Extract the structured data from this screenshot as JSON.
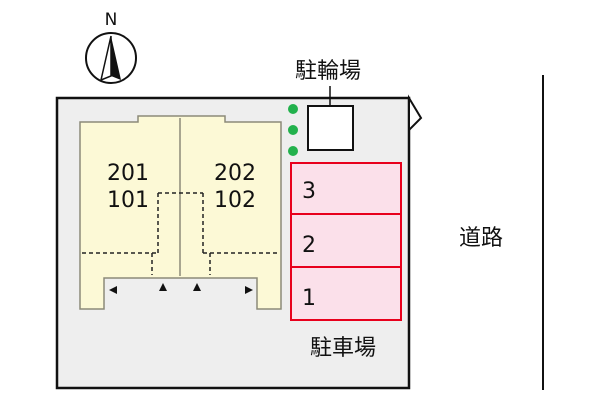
{
  "compass": {
    "label": "N",
    "icon": "north-arrow-icon"
  },
  "bicycle_parking": {
    "label": "駐輪場"
  },
  "parking": {
    "label": "駐車場",
    "spaces": [
      "3",
      "2",
      "1"
    ],
    "fill_color": "#fbe0ea",
    "border_color": "#e8001c"
  },
  "road": {
    "label": "道路"
  },
  "building": {
    "fill_color": "#fcf9d6",
    "units": [
      {
        "upper": "201",
        "lower": "101"
      },
      {
        "upper": "202",
        "lower": "102"
      }
    ]
  },
  "colors": {
    "site_fill": "#eeeeee",
    "outline": "#111111",
    "tree": "#22b14c"
  }
}
